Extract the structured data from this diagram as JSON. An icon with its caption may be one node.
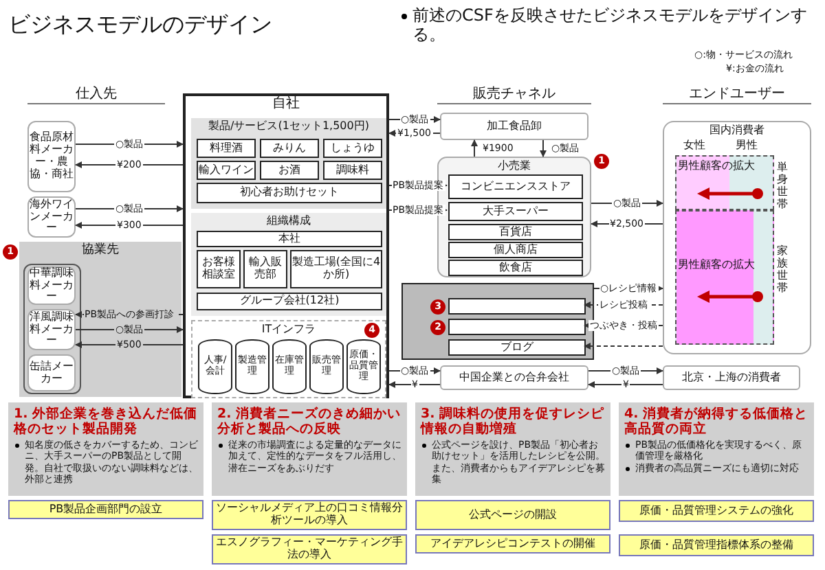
{
  "diagram": {
    "title": "ビジネスモデルのデザイン",
    "nodes": [
      {
        "text": [
          "食品原材料メーカー・農協・商社"
        ]
      },
      {
        "text": [
          "海外ワインメーカー"
        ]
      },
      {
        "text": [
          "協業先"
        ],
        "beside": [
          "1"
        ]
      },
      {
        "text": [
          "中華調味料メーカー"
        ],
        "in": 2
      },
      {
        "text": [
          "洋風調味料メーカー"
        ],
        "in": 2
      },
      {
        "text": [
          "缶詰メーカー"
        ],
        "in": 2
      },
      {
        "text": [
          "自社"
        ]
      },
      {
        "text": [
          "製品/サービス(1セット1,500円)"
        ],
        "in": 6
      },
      {
        "text": [
          "料理酒"
        ],
        "in": 7
      },
      {
        "text": [
          "みりん"
        ],
        "in": 7
      },
      {
        "text": [
          "しょうゆ"
        ],
        "in": 7
      },
      {
        "text": [
          "輸入ワイン"
        ],
        "in": 7
      },
      {
        "text": [
          "お酒"
        ],
        "in": 7
      },
      {
        "text": [
          "調味料"
        ],
        "in": 7
      },
      {
        "text": [
          "初心者お助けセット"
        ],
        "in": 7
      },
      {
        "text": [
          "組織構成"
        ],
        "in": 6
      },
      {
        "text": [
          "本社"
        ],
        "in": 15
      },
      {
        "text": [
          "お客様相談室"
        ],
        "in": 15
      },
      {
        "text": [
          "輸入販売部"
        ],
        "in": 15
      },
      {
        "text": [
          "製造工場(全国に4か所)"
        ],
        "in": 15
      },
      {
        "text": [
          "グループ会社(12社)"
        ],
        "in": 15
      },
      {
        "text": [
          "ITインフラ"
        ],
        "in": 6
      },
      {
        "text": [
          "人事/会計"
        ],
        "in": 21
      },
      {
        "text": [
          "製造管理"
        ],
        "in": 21
      },
      {
        "text": [
          "在庫管理"
        ],
        "in": 21
      },
      {
        "text": [
          "販売管理"
        ],
        "in": 21
      },
      {
        "text": [
          "原価・品質管理"
        ],
        "in": 21,
        "beside": [
          "4"
        ]
      },
      {
        "text": [
          "加工食品卸"
        ]
      },
      {
        "text": [
          "小売業"
        ],
        "beside": [
          "1"
        ]
      },
      {
        "text": [
          "コンビニエンスストア"
        ],
        "in": 28
      },
      {
        "text": [
          "大手スーパー"
        ],
        "in": 28
      },
      {
        "text": [
          "百貨店"
        ],
        "in": 28
      },
      {
        "text": [
          "個人商店"
        ],
        "in": 28
      },
      {
        "text": [
          "飲食店"
        ],
        "in": 28
      },
      {
        "text": [],
        "shape": "box"
      },
      {
        "text": [],
        "shape": "box",
        "in": 34,
        "beside": [
          "3"
        ]
      },
      {
        "text": [],
        "shape": "box",
        "in": 34,
        "beside": [
          "2"
        ]
      },
      {
        "text": [
          "ブログ"
        ],
        "in": 34
      },
      {
        "text": [
          "中国企業との合弁会社"
        ]
      },
      {
        "text": [
          "国内消費者"
        ]
      },
      {
        "text": [
          "男性顧客の拡大"
        ],
        "in": 39
      },
      {
        "text": [
          "男性顧客の拡大"
        ],
        "in": 39
      },
      {
        "text": [
          "北京・上海の消費者"
        ]
      },
      {
        "text": [
          "1. 外部企業を巻き込んだ低価格のセット製品開発",
          "知名度の低さをカバーするため、コンビニ、大手スーパーのPB製品として開発。自社で取扱いのない調味料などは、外部と連携"
        ]
      },
      {
        "text": [
          "PB製品企画部門の設立"
        ]
      },
      {
        "text": [
          "2. 消費者ニーズのきめ細かい分析と製品への反映",
          "従来の市場調査による定量的なデータに加えて、定性的なデータをフル活用し、潜在ニーズをあぶりだす"
        ]
      },
      {
        "text": [
          "ソーシャルメディア上の口コミ情報分析ツールの導入"
        ]
      },
      {
        "text": [
          "エスノグラフィー・マーケティング手法の導入"
        ]
      },
      {
        "text": [
          "3. 調味料の使用を促すレシピ情報の自動増殖",
          "公式ページを設け、PB製品「初心者お助けセット」を活用したレシピを公開。また、消費者からもアイデアレシピを募集"
        ]
      },
      {
        "text": [
          "公式ページの開設"
        ]
      },
      {
        "text": [
          "アイデアレシピコンテストの開催"
        ]
      },
      {
        "text": [
          "4. 消費者が納得する低価格と高品質の両立",
          "PB製品の低価格化を実現するべく、原価管理を厳格化",
          "消費者の高品質ニーズにも適切に対応"
        ]
      },
      {
        "text": [
          "原価・品質管理システムの強化"
        ]
      },
      {
        "text": [
          "原価・品質管理指標体系の整備"
        ]
      }
    ],
    "edges": [
      {
        "from": 0,
        "to": 6,
        "label": "○製品",
        "arrow": "to"
      },
      {
        "from": 6,
        "to": 0,
        "label": "¥200",
        "arrow": "to"
      },
      {
        "from": 1,
        "to": 6,
        "label": "○製品",
        "arrow": "to"
      },
      {
        "from": 6,
        "to": 1,
        "label": "¥300",
        "arrow": "to"
      },
      {
        "from": 6,
        "to": 4,
        "label": "PB製品への参画打診",
        "arrow": "to",
        "style": "dashed"
      },
      {
        "from": 4,
        "to": 6,
        "label": "○製品",
        "arrow": "to"
      },
      {
        "from": 6,
        "to": 4,
        "label": "¥500",
        "arrow": "to"
      },
      {
        "from": 6,
        "to": 27,
        "label": "○製品",
        "arrow": "to"
      },
      {
        "from": 27,
        "to": 6,
        "label": "¥1,500",
        "arrow": "to"
      },
      {
        "from": 6,
        "to": 29,
        "label": "PB製品提案",
        "arrow": "to",
        "style": "dashed"
      },
      {
        "from": 6,
        "to": 30,
        "label": "PB製品提案",
        "arrow": "to",
        "style": "dashed"
      },
      {
        "from": 28,
        "to": 27,
        "label": "¥1900",
        "arrow": "to"
      },
      {
        "from": 27,
        "to": 28,
        "label": "○製品",
        "arrow": "to"
      },
      {
        "from": 28,
        "to": 39,
        "label": "○製品",
        "arrow": "to"
      },
      {
        "from": 39,
        "to": 28,
        "label": "¥2,500",
        "arrow": "to"
      },
      {
        "from": 34,
        "to": 39,
        "label": "○レシピ情報",
        "arrow": "to"
      },
      {
        "from": 39,
        "to": 35,
        "label": "レシピ投稿",
        "arrow": "to",
        "style": "dashed"
      },
      {
        "from": 39,
        "to": 36,
        "label": "つぶやき・投稿",
        "arrow": "to",
        "style": "dashed"
      },
      {
        "from": 39,
        "to": 37,
        "arrow": "to",
        "style": "dashed"
      },
      {
        "from": 6,
        "to": 38,
        "label": "○製品",
        "arrow": "to"
      },
      {
        "from": 38,
        "to": 6,
        "label": "¥",
        "arrow": "to"
      },
      {
        "from": 38,
        "to": 42,
        "label": "○製品",
        "arrow": "to"
      },
      {
        "from": 42,
        "to": 38,
        "label": "¥",
        "arrow": "to"
      }
    ],
    "labels": [
      "前述のCSFを反映させたビジネスモデルをデザインする。",
      "○:物・サービスの流れ",
      "¥:お金の流れ",
      "仕入先",
      "販売チャネル",
      "エンドユーザー",
      "女性",
      "男性",
      "単身世帯",
      "家族世帯"
    ]
  }
}
